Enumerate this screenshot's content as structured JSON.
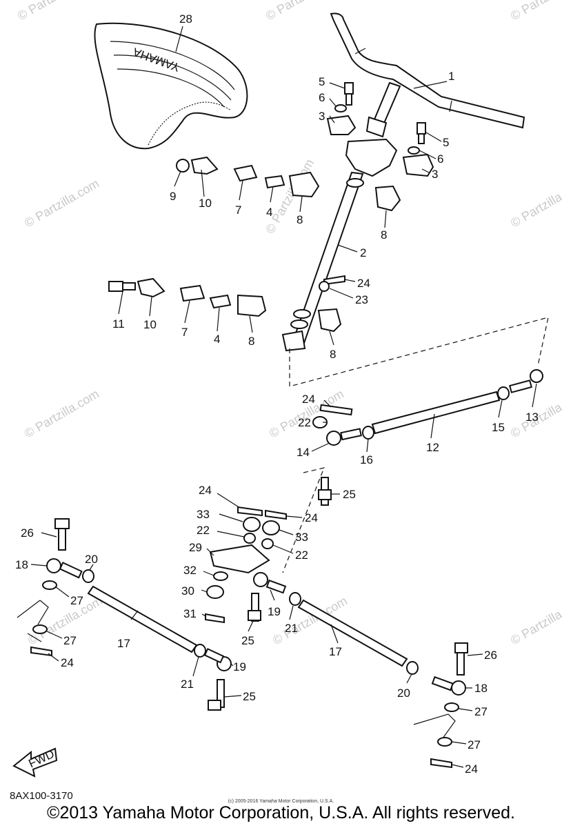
{
  "watermark": "© Partzilla.com",
  "diagram_code": "8AX100-3170",
  "small_copyright": "(c) 2005-2016 Yamaha Motor Corporation, U.S.A.",
  "copyright": "©2013 Yamaha Motor Corporation, U.S.A. All rights reserved.",
  "seat_brand": "YAMAHA",
  "fwd_label": "FWD",
  "callouts": [
    "28",
    "1",
    "5",
    "6",
    "3",
    "5",
    "6",
    "3",
    "9",
    "10",
    "7",
    "4",
    "8",
    "8",
    "2",
    "24",
    "23",
    "11",
    "10",
    "7",
    "4",
    "8",
    "8",
    "13",
    "15",
    "12",
    "24",
    "22",
    "14",
    "16",
    "25",
    "24",
    "24",
    "33",
    "33",
    "22",
    "22",
    "29",
    "26",
    "18",
    "20",
    "32",
    "27",
    "30",
    "19",
    "21",
    "31",
    "27",
    "17",
    "25",
    "17",
    "24",
    "26",
    "21",
    "19",
    "20",
    "18",
    "25",
    "27",
    "27",
    "24"
  ]
}
